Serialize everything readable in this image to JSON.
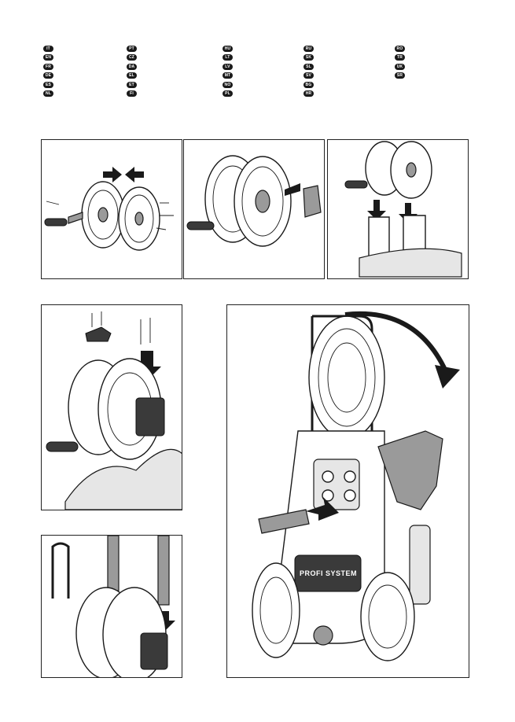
{
  "language_codes": [
    [
      "IT",
      "EN",
      "FR",
      "DE",
      "ES",
      "NL"
    ],
    [
      "PT",
      "CZ",
      "DA",
      "EL",
      "ET",
      "FI"
    ],
    [
      "HU",
      "LT",
      "LV",
      "MT",
      "NO",
      "PL"
    ],
    [
      "RU",
      "SK",
      "SL",
      "SV",
      "BG",
      "HR"
    ],
    [
      "RO",
      "TR",
      "UK",
      "SR"
    ]
  ],
  "brand_label": "PROFI SYSTEM",
  "colors": {
    "ink": "#1a1a1a",
    "tone": "#9a9a9a",
    "accent_arrow": "#1a1a1a"
  }
}
